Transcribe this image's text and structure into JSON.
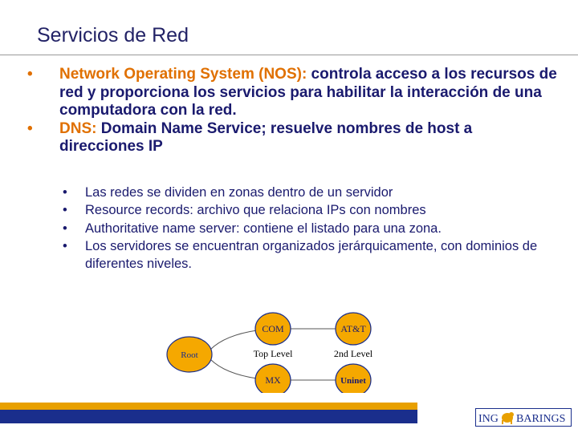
{
  "slide": {
    "title": "Servicios de Red"
  },
  "bullets": [
    {
      "term": "Network Operating System (NOS):",
      "text": " controla acceso a los recursos de red y proporciona los servicios para habilitar la interacción de una computadora con la red."
    },
    {
      "term": "DNS:",
      "text": " Domain Name Service; resuelve nombres de host a direcciones IP"
    }
  ],
  "sub_bullets": [
    "Las redes se dividen en zonas dentro de un servidor",
    "Resource records: archivo que relaciona IPs con nombres",
    "Authoritative name server: contiene el listado para una zona.",
    "Los servidores se encuentran organizados jerárquicamente, con dominios de diferentes niveles."
  ],
  "diagram": {
    "root": "Root",
    "top_nodes": [
      "COM",
      "MX"
    ],
    "second_nodes": [
      "AT&T",
      "Uninet"
    ],
    "top_level_label": "Top Level",
    "second_level_label": "2nd Level",
    "colors": {
      "node_fill": "#f5a800",
      "node_stroke": "#1a2e8c",
      "label": "#000000"
    }
  },
  "footer": {
    "logo_left": "ING",
    "logo_right": "BARINGS",
    "colors": {
      "orange_bar": "#e8a000",
      "blue_bar": "#1a2e8c"
    }
  }
}
